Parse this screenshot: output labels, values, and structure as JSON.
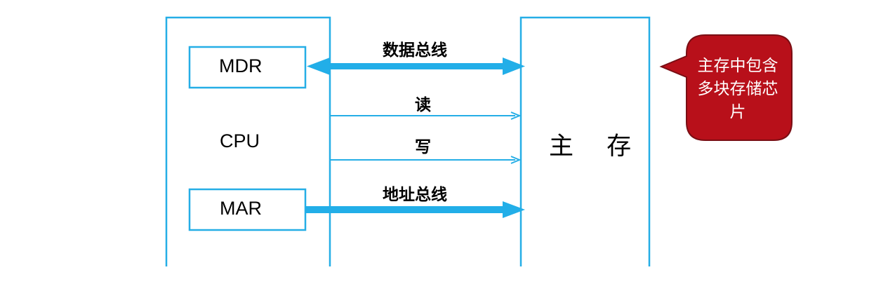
{
  "cpu": {
    "label": "CPU",
    "mdr_label": "MDR",
    "mar_label": "MAR"
  },
  "memory": {
    "label": "主 存"
  },
  "buses": {
    "data_bus": "数据总线",
    "read": "读",
    "write": "写",
    "address_bus": "地址总线"
  },
  "callout": {
    "text": "主存中包含多块存储芯片"
  },
  "colors": {
    "line": "#25AEE6",
    "arrow": "#22AEE8",
    "callout_fill": "#B8101A",
    "callout_stroke": "#7A0E14"
  }
}
